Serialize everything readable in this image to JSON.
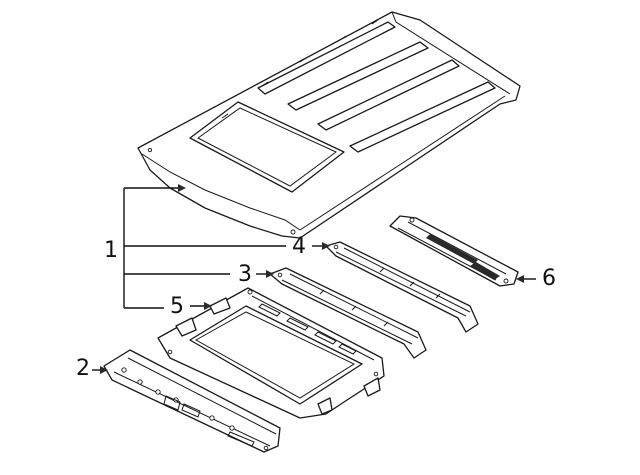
{
  "diagram": {
    "callouts": [
      {
        "id": "1",
        "label": "1"
      },
      {
        "id": "2",
        "label": "2"
      },
      {
        "id": "3",
        "label": "3"
      },
      {
        "id": "4",
        "label": "4"
      },
      {
        "id": "5",
        "label": "5"
      },
      {
        "id": "6",
        "label": "6"
      }
    ],
    "parts": [
      {
        "id": "roof-panel",
        "callout": "1"
      },
      {
        "id": "front-header",
        "callout": "2"
      },
      {
        "id": "front-bow",
        "callout": "3"
      },
      {
        "id": "rear-bow",
        "callout": "4"
      },
      {
        "id": "sunroof-reinforcement",
        "callout": "5"
      },
      {
        "id": "rear-header",
        "callout": "6"
      }
    ],
    "colors": {
      "line": "#1a1a1a",
      "background": "#ffffff"
    }
  }
}
